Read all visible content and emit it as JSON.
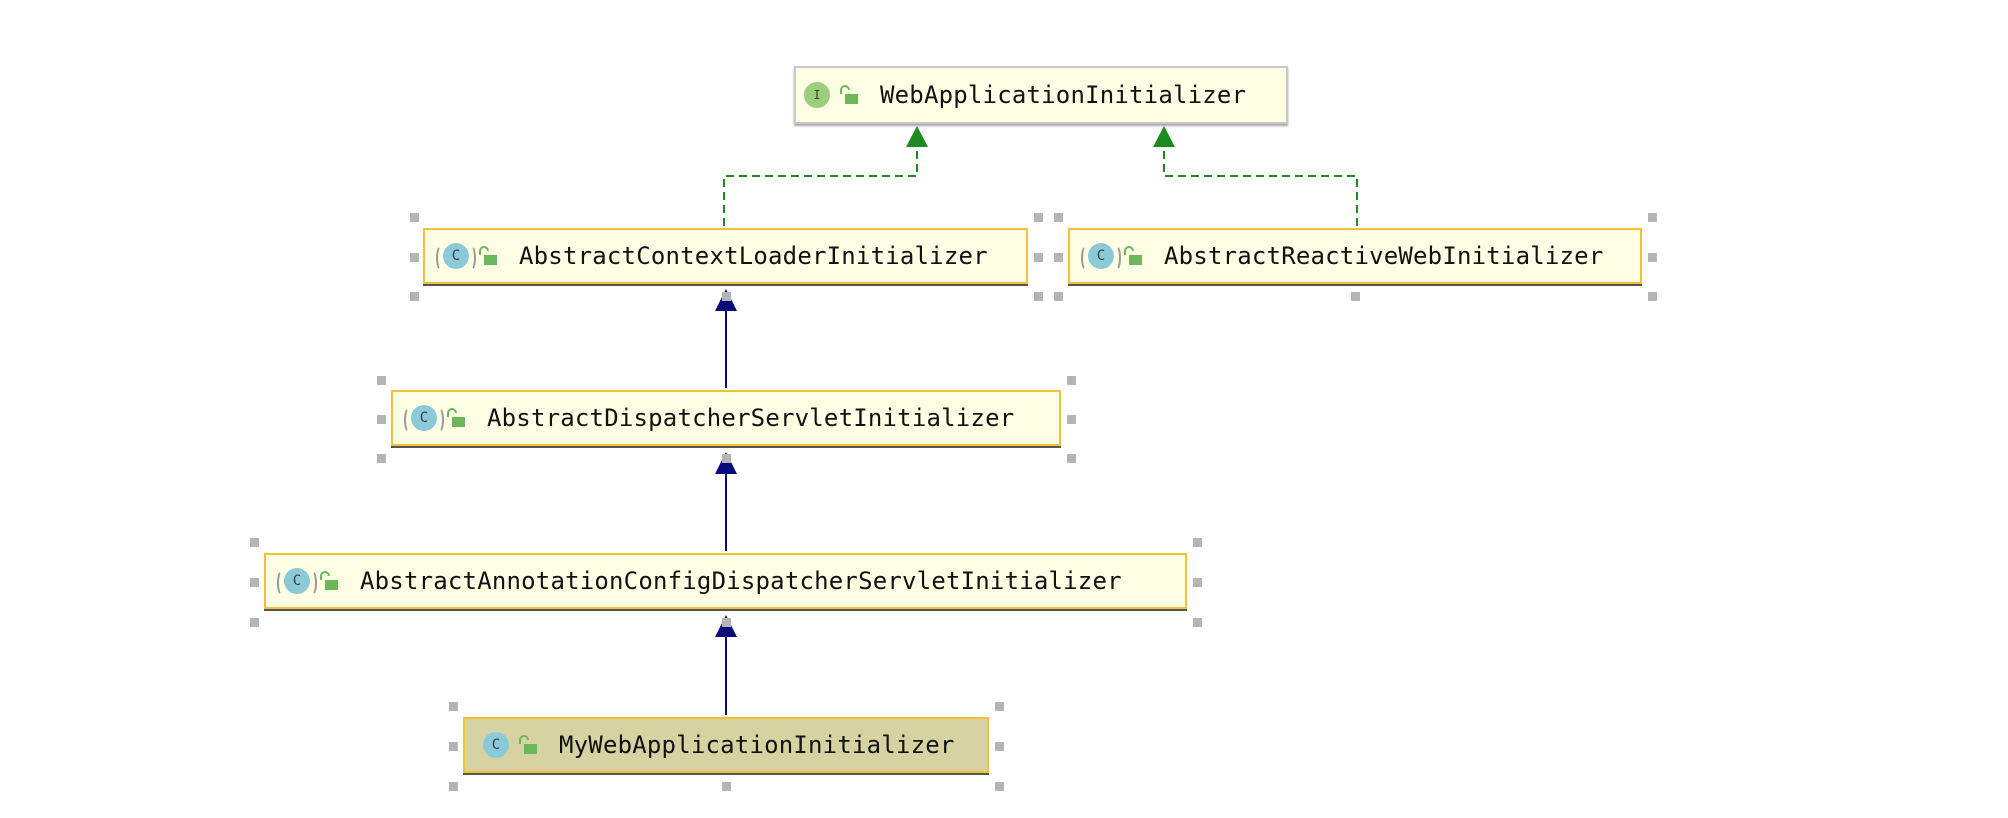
{
  "diagram": {
    "nodes": [
      {
        "id": "web-application-initializer",
        "kind": "interface",
        "kind_letter": "I",
        "label": "WebApplicationInitializer"
      },
      {
        "id": "abstract-context-loader-initializer",
        "kind": "abstract-class",
        "kind_letter": "C",
        "label": "AbstractContextLoaderInitializer"
      },
      {
        "id": "abstract-reactive-web-initializer",
        "kind": "abstract-class",
        "kind_letter": "C",
        "label": "AbstractReactiveWebInitializer"
      },
      {
        "id": "abstract-dispatcher-servlet-initializer",
        "kind": "abstract-class",
        "kind_letter": "C",
        "label": "AbstractDispatcherServletInitializer"
      },
      {
        "id": "abstract-annotation-config-dispatcher-servlet-initializer",
        "kind": "abstract-class",
        "kind_letter": "C",
        "label": "AbstractAnnotationConfigDispatcherServletInitializer"
      },
      {
        "id": "my-web-application-initializer",
        "kind": "class",
        "kind_letter": "C",
        "label": "MyWebApplicationInitializer",
        "selected": true
      }
    ],
    "edges": [
      {
        "from": "abstract-context-loader-initializer",
        "to": "web-application-initializer",
        "relation": "implements"
      },
      {
        "from": "abstract-reactive-web-initializer",
        "to": "web-application-initializer",
        "relation": "implements"
      },
      {
        "from": "abstract-dispatcher-servlet-initializer",
        "to": "abstract-context-loader-initializer",
        "relation": "extends"
      },
      {
        "from": "abstract-annotation-config-dispatcher-servlet-initializer",
        "to": "abstract-dispatcher-servlet-initializer",
        "relation": "extends"
      },
      {
        "from": "my-web-application-initializer",
        "to": "abstract-annotation-config-dispatcher-servlet-initializer",
        "relation": "extends"
      }
    ],
    "colors": {
      "node_fill": "#fefee4",
      "node_border": "#f1c232",
      "selected_fill": "#d7d2a2",
      "implements_edge": "#1e8b1e",
      "extends_edge": "#0a0a7a",
      "class_icon": "#8ccad8",
      "interface_icon": "#9ccf7b",
      "visibility_icon": "#6cb65c"
    }
  }
}
